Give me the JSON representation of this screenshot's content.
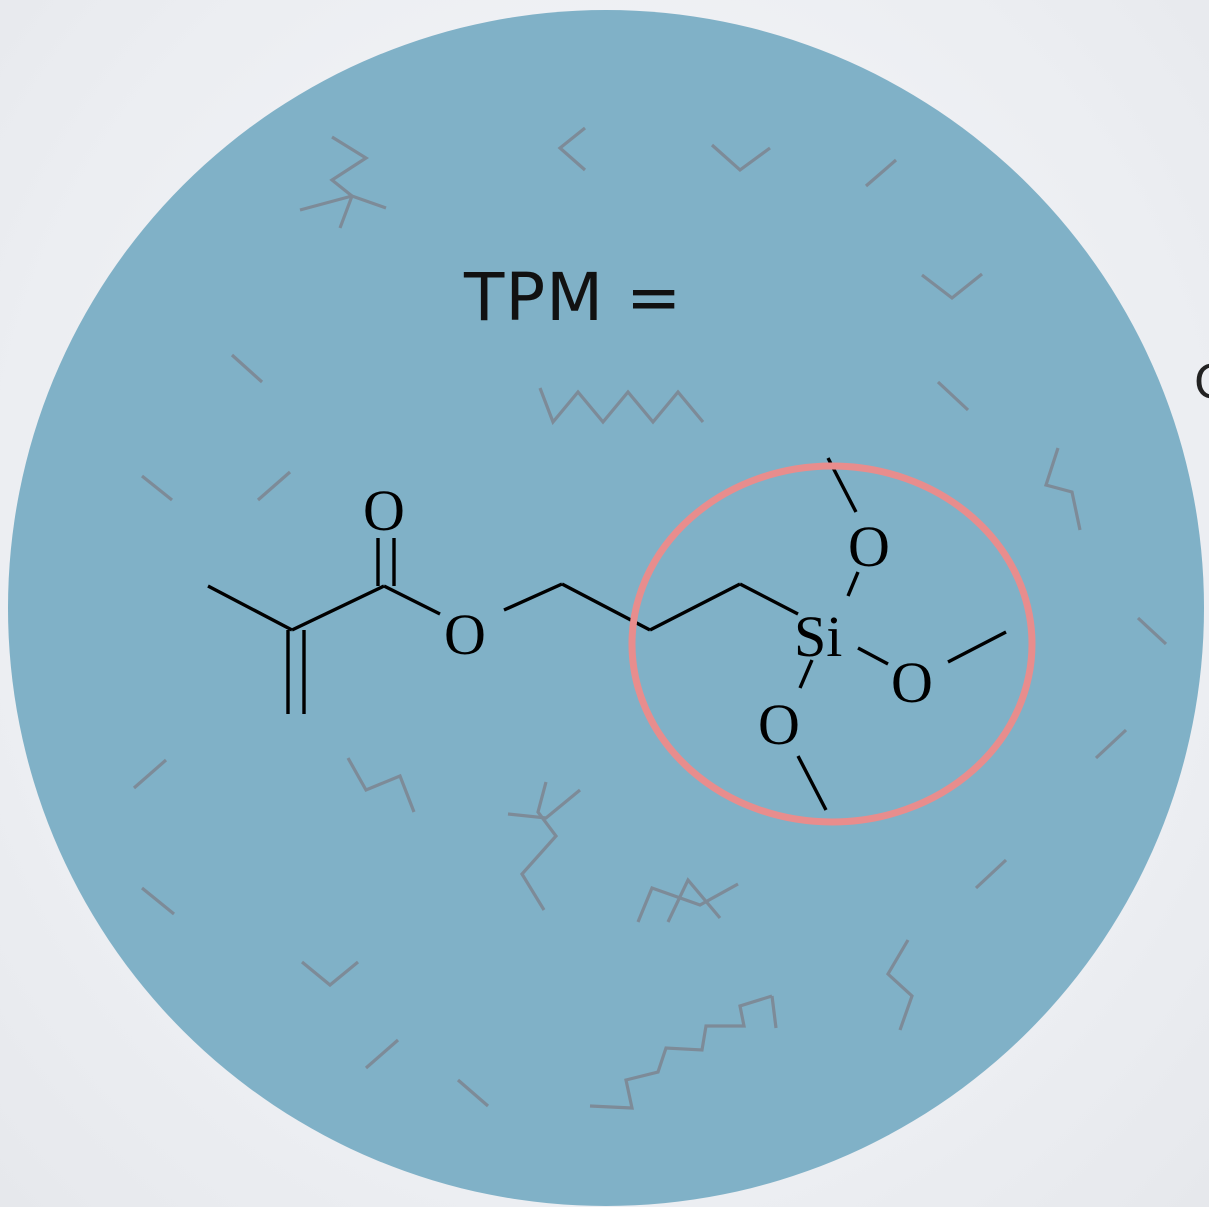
{
  "title": "TPM =",
  "molecule": {
    "atoms": {
      "carbonyl_oxygen": "O",
      "ester_oxygen": "O",
      "silicon": "Si",
      "methoxy_oxygen_top": "O",
      "methoxy_oxygen_right": "O",
      "methoxy_oxygen_bottom": "O"
    }
  },
  "edge_text": "C",
  "colors": {
    "sphere": "#80b1c7",
    "background": "#eceef2",
    "highlight": "#e88d8d",
    "decoration": "#7d8b98"
  }
}
